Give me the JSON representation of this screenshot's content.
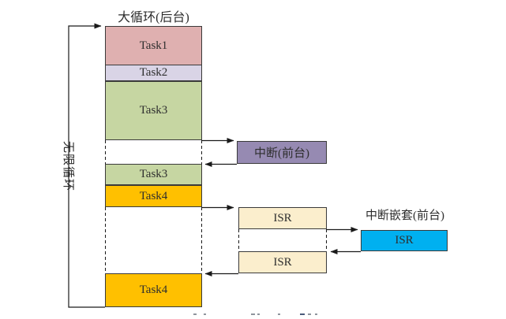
{
  "title": "大循环(后台)",
  "loop_label": "无限循环",
  "nested_title": "中断嵌套(前台)",
  "boxes": {
    "task1": {
      "label": "Task1",
      "color": "#dfb0b0"
    },
    "task2": {
      "label": "Task2",
      "color": "#d9d4e6"
    },
    "task3a": {
      "label": "Task3",
      "color": "#c6d6a2"
    },
    "task3b": {
      "label": "Task3",
      "color": "#c6d6a2"
    },
    "task4a": {
      "label": "Task4",
      "color": "#ffc000"
    },
    "task4b": {
      "label": "Task4",
      "color": "#ffc000"
    },
    "interrupt": {
      "label": "中断(前台)",
      "color": "#968ab2"
    },
    "isr1": {
      "label": "ISR",
      "color": "#fbeecd"
    },
    "isr2": {
      "label": "ISR",
      "color": "#fbeecd"
    },
    "isr_nested": {
      "label": "ISR",
      "color": "#00b0f0"
    }
  },
  "colors": {
    "line": "#1a1a1a",
    "border": "#3a3a3a",
    "background": "#ffffff"
  }
}
